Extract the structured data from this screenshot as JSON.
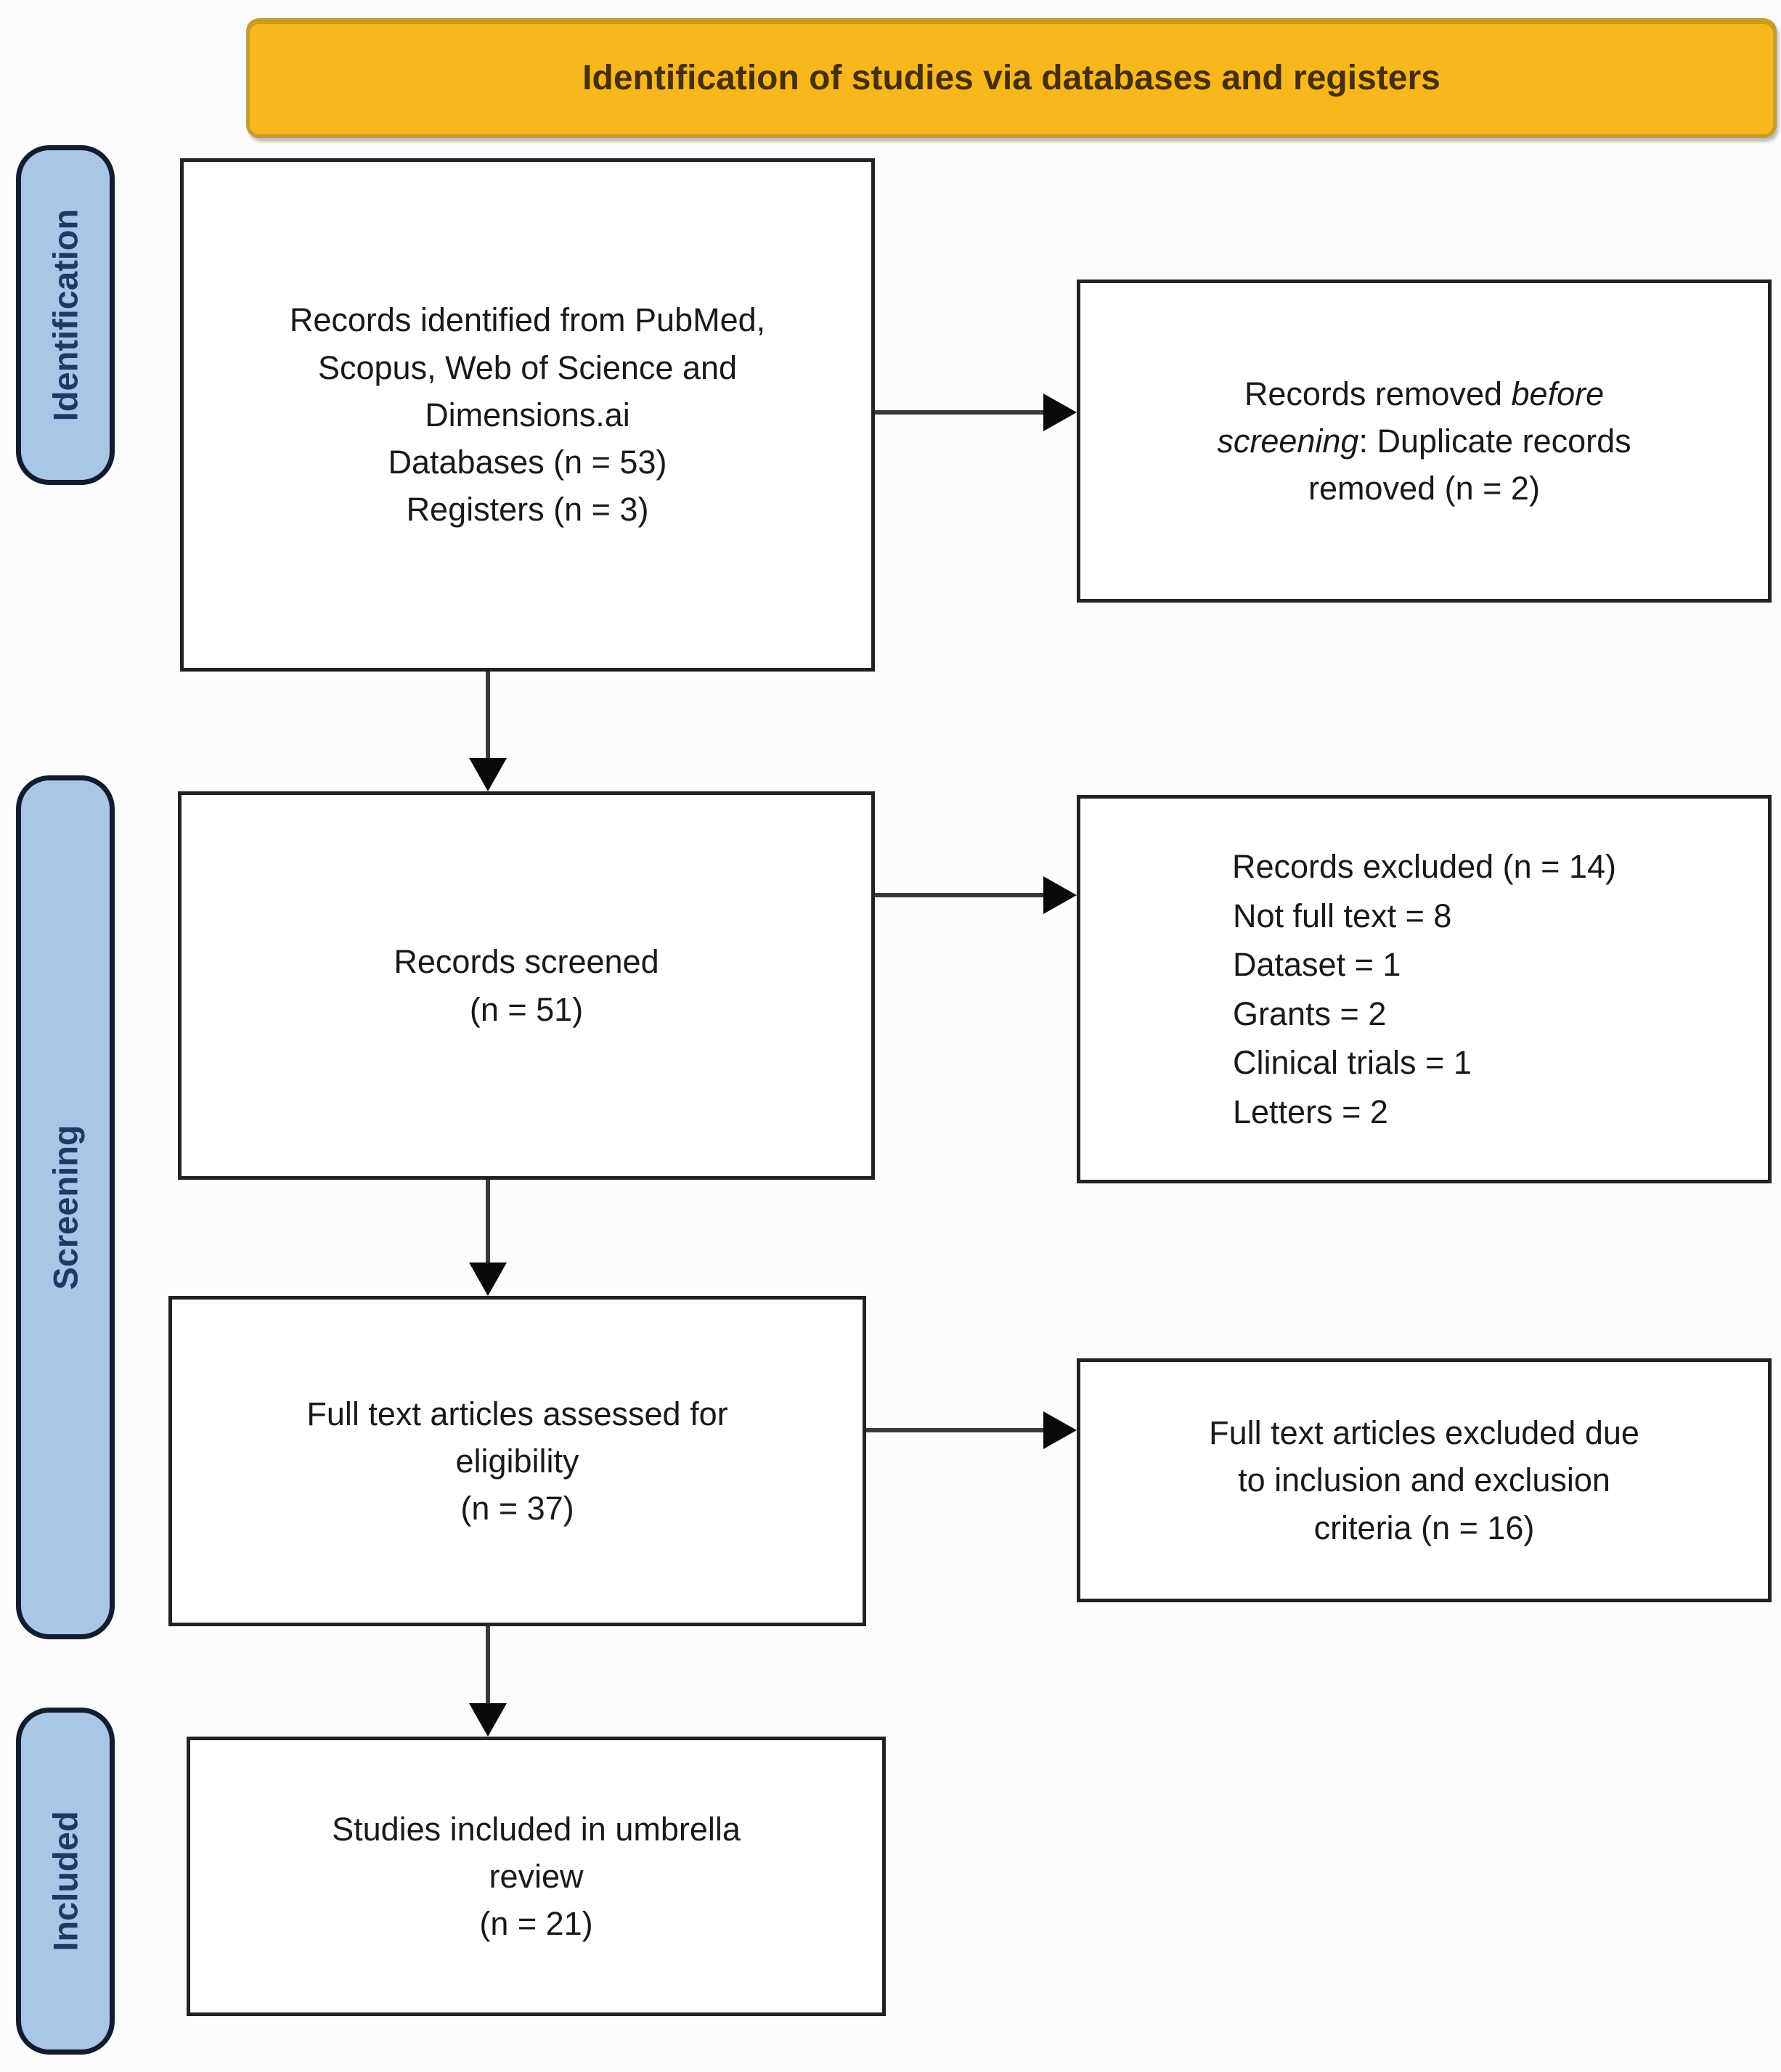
{
  "banner": {
    "title": "Identification of studies via databases and registers"
  },
  "stages": {
    "identification": "Identification",
    "screening": "Screening",
    "included": "Included"
  },
  "boxes": {
    "identified": {
      "lines": [
        "Records identified from PubMed,",
        "Scopus, Web of Science and",
        "Dimensions.ai",
        "Databases (n = 53)",
        "Registers (n = 3)"
      ]
    },
    "removed_before_screening": {
      "line1_normal": "Records removed ",
      "line1_italic": "before",
      "line2_italic": "screening",
      "line2_normal": ": Duplicate records",
      "line3": "removed (n = 2)"
    },
    "screened": {
      "lines": [
        "Records screened",
        "(n = 51)"
      ]
    },
    "excluded": {
      "title": "Records excluded (n = 14)",
      "reasons": [
        "Not full text = 8",
        "Dataset = 1",
        "Grants = 2",
        "Clinical trials = 1",
        "Letters = 2"
      ]
    },
    "fulltext_assessed": {
      "lines": [
        "Full text articles assessed for",
        "eligibility",
        "(n = 37)"
      ]
    },
    "fulltext_excluded": {
      "lines": [
        "Full text articles excluded due",
        "to inclusion and exclusion",
        "criteria (n = 16)"
      ]
    },
    "included_studies": {
      "lines": [
        "Studies included in umbrella",
        "review",
        "(n = 21)"
      ]
    }
  },
  "colors": {
    "banner_bg": "#F7B71D",
    "banner_border": "#C89B2A",
    "banner_text": "#452F08",
    "stage_pill_bg": "#A9C6E7",
    "stage_pill_border": "#111C2E",
    "stage_pill_text": "#1B3A64",
    "box_border": "#222222",
    "arrow_line": "#3A3A3A",
    "arrow_head": "#0A0A0A"
  }
}
